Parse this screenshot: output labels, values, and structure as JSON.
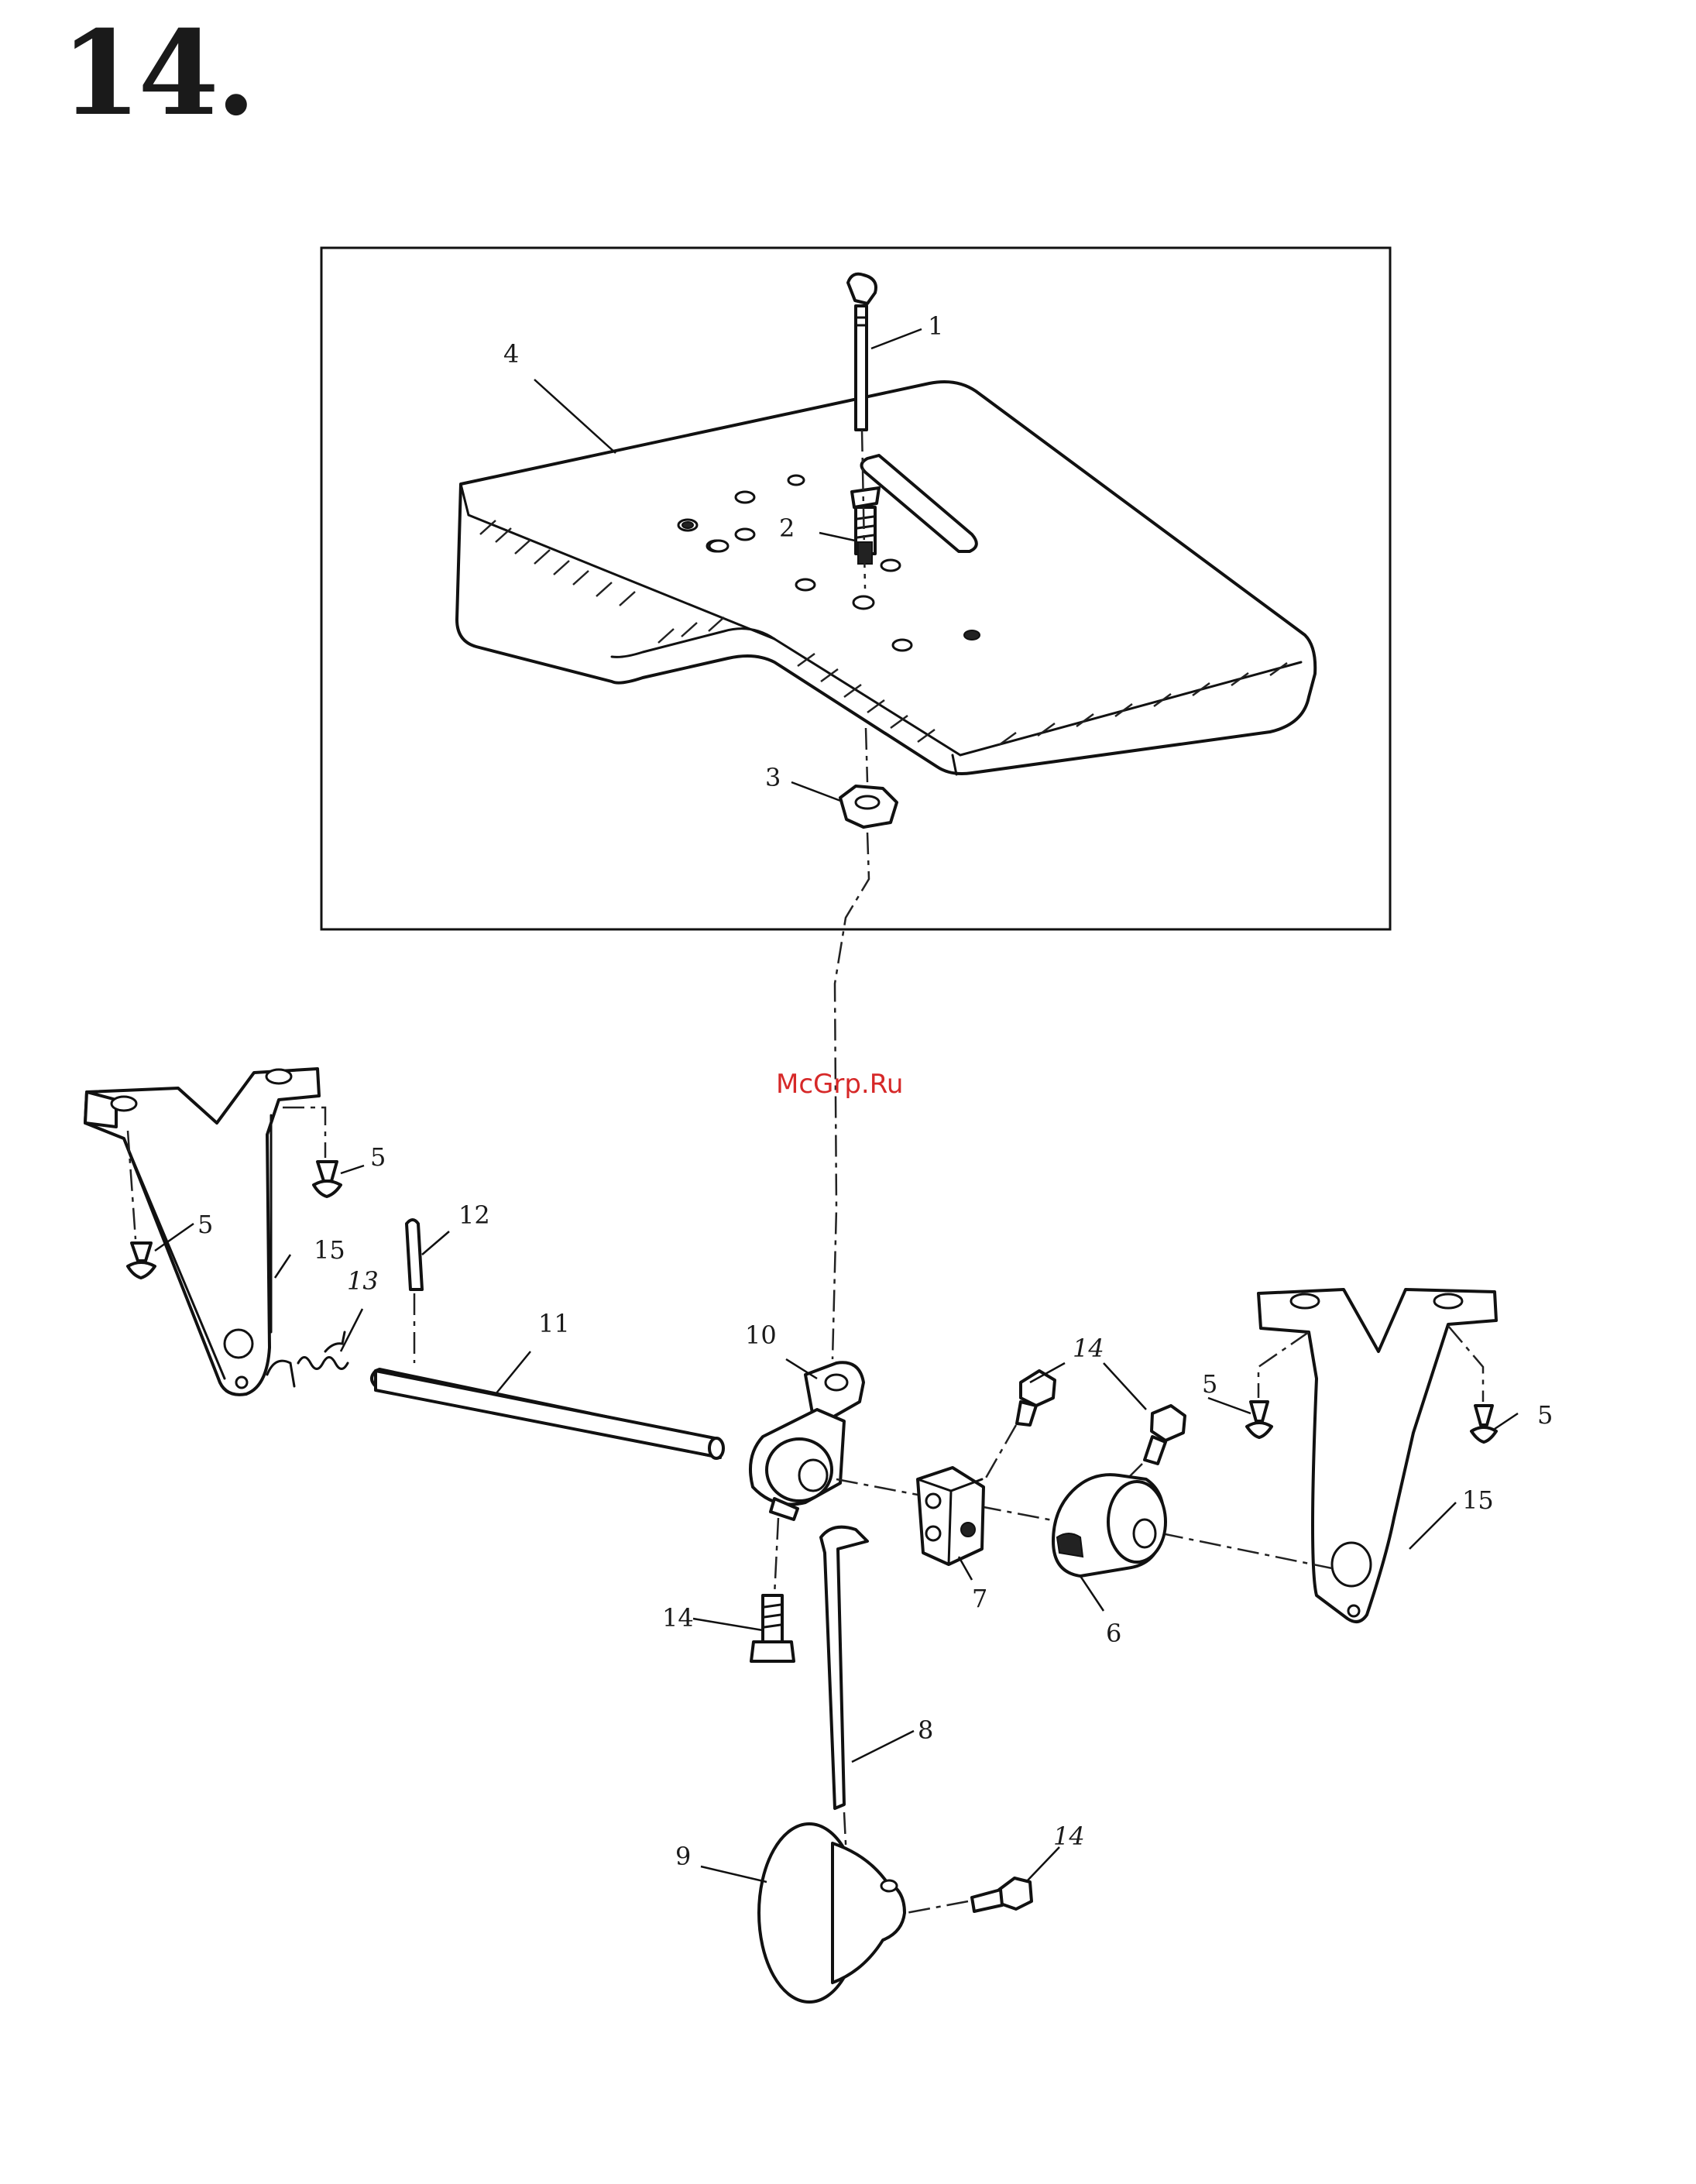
{
  "page_title": "14.",
  "watermark": "McGrp.Ru",
  "labels": {
    "p1": "1",
    "p2": "2",
    "p3": "3",
    "p4": "4",
    "p5a": "5",
    "p5b": "5",
    "p5c": "5",
    "p5d": "5",
    "p6": "6",
    "p7": "7",
    "p8": "8",
    "p9": "9",
    "p10": "10",
    "p11": "11",
    "p12": "12",
    "p13": "13",
    "p14a": "14",
    "p14b": "14",
    "p14c": "14",
    "p15a": "15",
    "p15b": "15"
  }
}
